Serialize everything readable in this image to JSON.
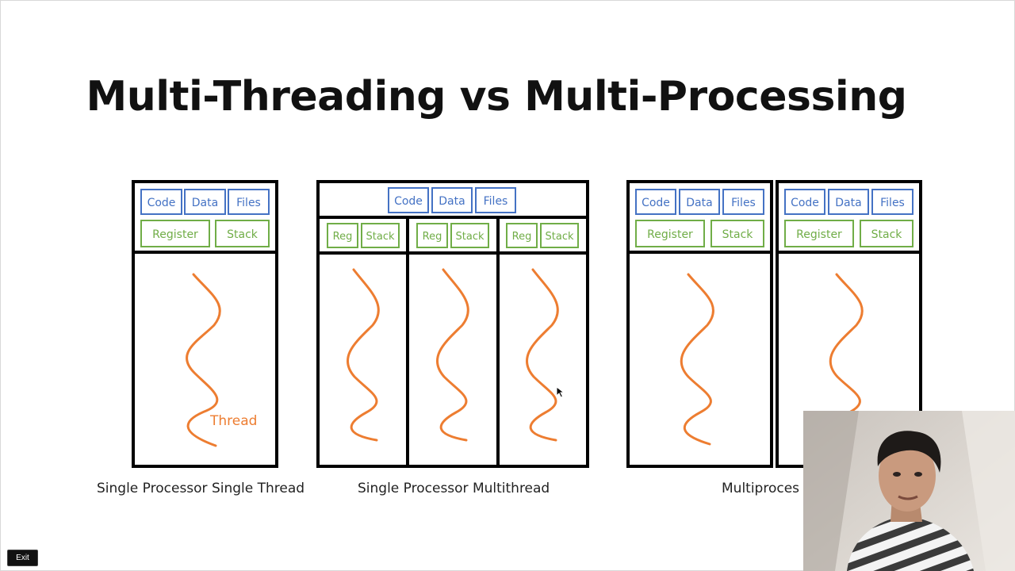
{
  "slide": {
    "title": "Multi-Threading vs Multi-Processing"
  },
  "labels": {
    "code": "Code",
    "data": "Data",
    "files": "Files",
    "register": "Register",
    "stack": "Stack",
    "reg": "Reg",
    "thread": "Thread"
  },
  "captions": {
    "single_single": "Single Processor Single Thread",
    "single_multi": "Single Processor Multithread",
    "multiprocess": "Multiproces"
  },
  "controls": {
    "exit_label": "Exit"
  },
  "colors": {
    "blue_box": "#4472c4",
    "green_box": "#70ad47",
    "thread_orange": "#ed7d31",
    "outline": "#000000"
  },
  "icons": {
    "cursor": "mouse-pointer-icon",
    "webcam": "presenter-webcam"
  }
}
